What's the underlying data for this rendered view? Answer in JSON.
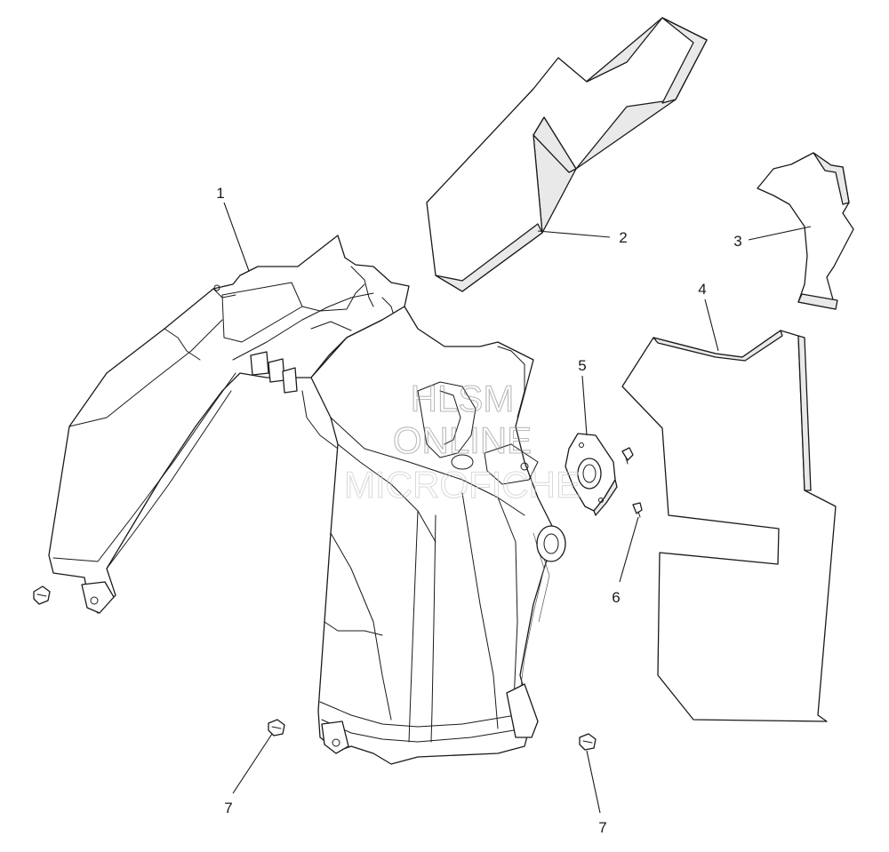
{
  "callouts": {
    "c1": "1",
    "c2": "2",
    "c3": "3",
    "c4": "4",
    "c5": "5",
    "c6": "6",
    "c7a": "7",
    "c7b": "7"
  },
  "watermark": {
    "line1": "HLSM",
    "line2": "ONLINE",
    "line3": "MICROFICHE"
  }
}
